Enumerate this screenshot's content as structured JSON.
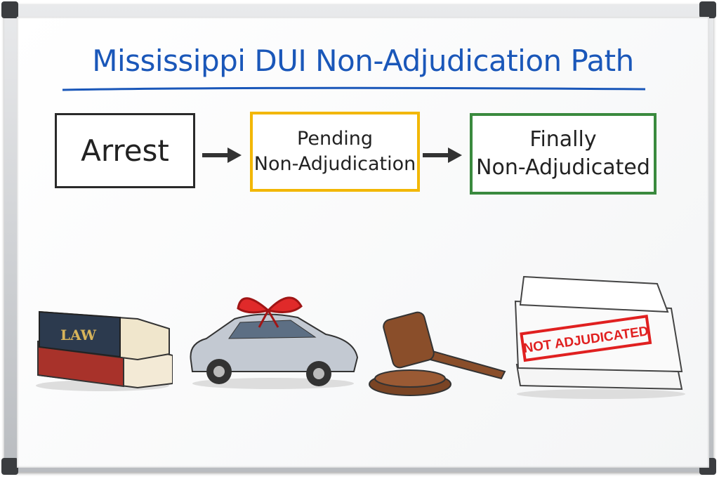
{
  "title": "Mississippi DUI Non-Adjudication Path",
  "steps": [
    {
      "line1": "Arrest"
    },
    {
      "line1": "Pending",
      "line2": "Non-Adjudication"
    },
    {
      "line1": "Finally",
      "line2": "Non-Adjudicated"
    }
  ],
  "illustrations": {
    "book_label": "LAW",
    "stamp_text": "NOT ADJUDICATED"
  },
  "colors": {
    "title": "#1a57b9",
    "step1": "#2a2a2a",
    "step2": "#f2b705",
    "step3": "#3a8a3e",
    "stamp": "#e02020"
  }
}
